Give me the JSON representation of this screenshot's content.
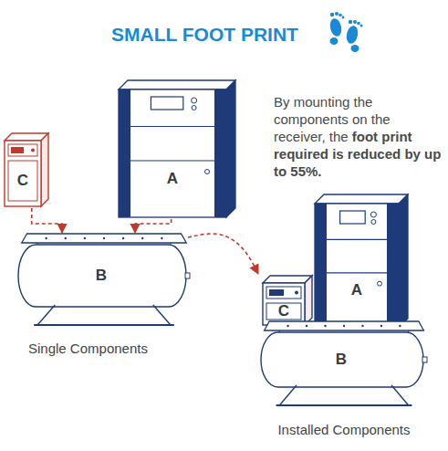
{
  "diagram": {
    "title": "SMALL FOOT PRINT",
    "nodes": [
      {
        "text": [
          "C"
        ]
      },
      {
        "text": [
          "A"
        ]
      },
      {
        "text": [
          "B"
        ]
      },
      {
        "text": [
          "Installed Components"
        ]
      },
      {
        "text": [
          "C"
        ],
        "in": 3
      },
      {
        "text": [
          "A"
        ],
        "in": 3
      },
      {
        "text": [
          "B"
        ],
        "in": 3
      }
    ],
    "edges": [
      {
        "from": 0,
        "to": 2,
        "arrow": "to"
      },
      {
        "from": 1,
        "to": 2,
        "arrow": "to"
      },
      {
        "from": 2,
        "to": 3,
        "arrow": "to"
      }
    ],
    "labels": [
      "Single Components",
      "By mounting the components on the receiver, the",
      "foot print required is reduced by up to 55%."
    ]
  }
}
